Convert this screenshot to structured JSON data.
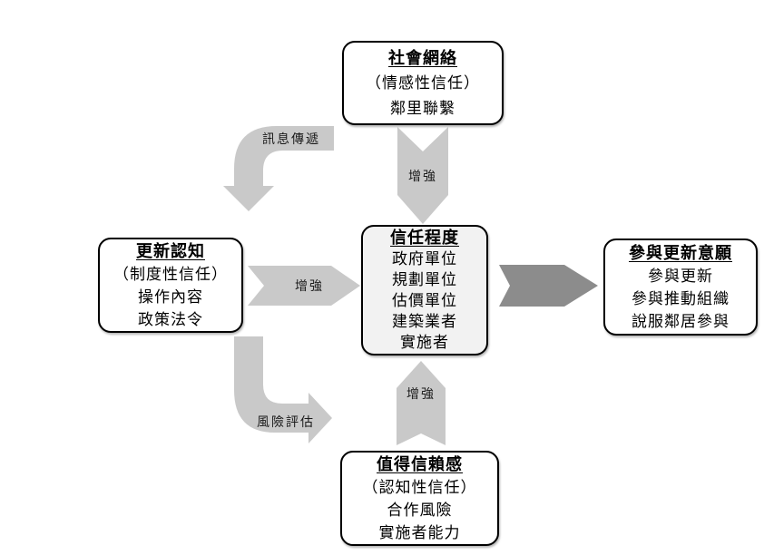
{
  "diagram": {
    "boxes": {
      "social_network": {
        "title": "社會網絡",
        "lines": [
          "（情感性信任）",
          "鄰里聯繫"
        ]
      },
      "renewal_cognition": {
        "title": "更新認知",
        "lines": [
          "（制度性信任）",
          "操作內容",
          "政策法令"
        ]
      },
      "trust_level": {
        "title": "信任程度",
        "lines": [
          "政府單位",
          "規劃單位",
          "估價單位",
          "建築業者",
          "實施者"
        ]
      },
      "participation_willingness": {
        "title": "參與更新意願",
        "lines": [
          "參與更新",
          "參與推動組織",
          "說服鄰居參與"
        ]
      },
      "trustworthiness": {
        "title": "值得信賴感",
        "lines": [
          "（認知性信任）",
          "合作風險",
          "實施者能力"
        ]
      }
    },
    "labels": {
      "message_transfer": "訊息傳遞",
      "enhance_from_social": "增強",
      "enhance_from_cognition": "增強",
      "enhance_from_trustworthiness": "增強",
      "risk_assessment": "風險評估"
    },
    "colors": {
      "arrow_light": "#c9c9c9",
      "arrow_dark": "#8c8c8c",
      "box_border": "#000000",
      "trust_box_fill": "#f2f2f2"
    }
  }
}
